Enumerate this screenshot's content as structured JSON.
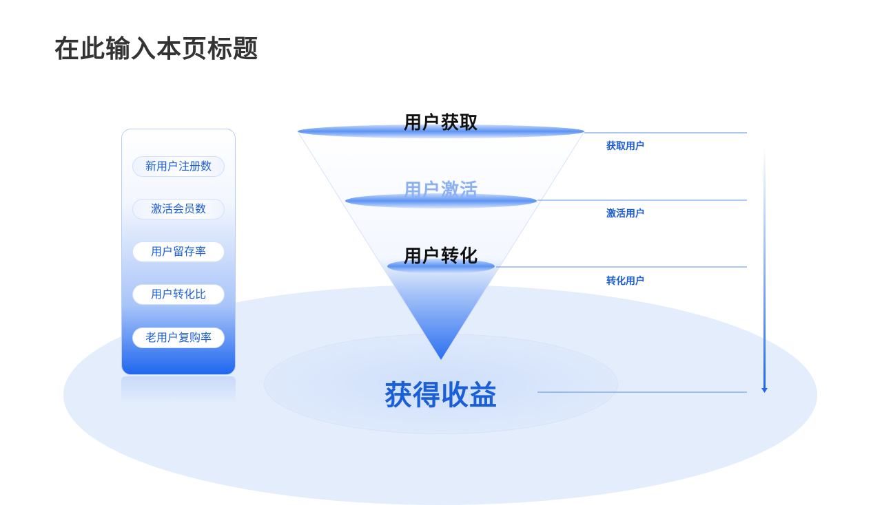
{
  "page_title": "在此输入本页标题",
  "metrics": [
    "新用户注册数",
    "激活会员数",
    "用户留存率",
    "用户转化比",
    "老用户复购率"
  ],
  "funnel": {
    "stages": [
      "用户获取",
      "用户激活",
      "用户转化"
    ],
    "result": "获得收益"
  },
  "side_labels": [
    "获取用户",
    "激活用户",
    "转化用户"
  ],
  "colors": {
    "accent": "#1f67ef",
    "accent_text": "#1d5fd6",
    "background_ellipse": "#e3edfc",
    "title": "#333333"
  }
}
